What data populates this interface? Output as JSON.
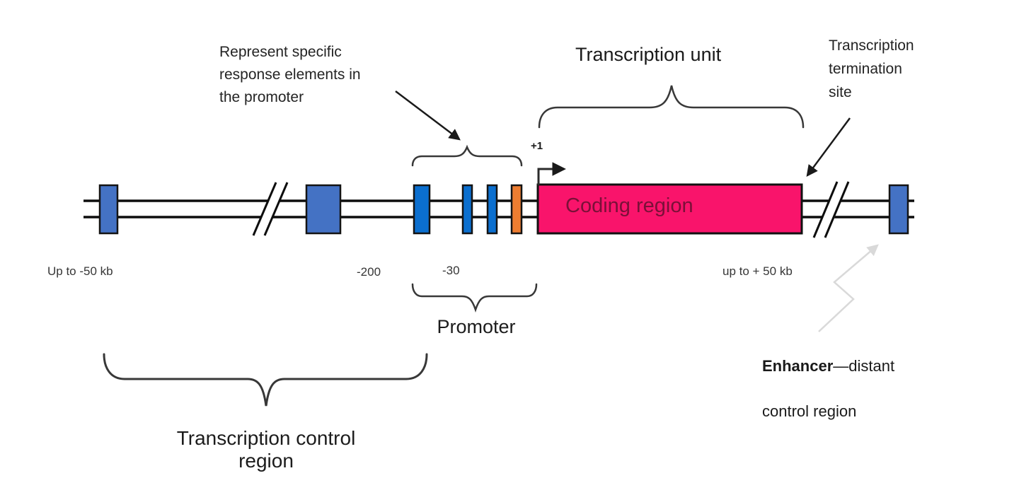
{
  "colors": {
    "distal_element_blue": "#4472C4",
    "proximal_element_blue": "#0B6FCF",
    "orange_element": "#ED7D31",
    "coding_region_pink": "#F9146B",
    "coding_region_text": "#7A1038",
    "enhancer_arrow_gray": "#D9D9D9",
    "line_black": "#0d0d0d"
  },
  "labels": {
    "response_elements_note": "Represent specific\nresponse elements in\nthe promoter",
    "transcription_unit": "Transcription unit",
    "termination_site": "Transcription\ntermination\nsite",
    "plus_one": "+1",
    "coding_region": "Coding region",
    "up_to_minus_50kb": "Up to -50 kb",
    "minus_200": "-200",
    "minus_30": "-30",
    "up_to_plus_50kb": "up to + 50 kb",
    "promoter": "Promoter",
    "transcription_control_region": "Transcription control region",
    "enhancer_term": "Enhancer",
    "enhancer_dash_rest": "—distant",
    "enhancer_line2": "control region"
  }
}
